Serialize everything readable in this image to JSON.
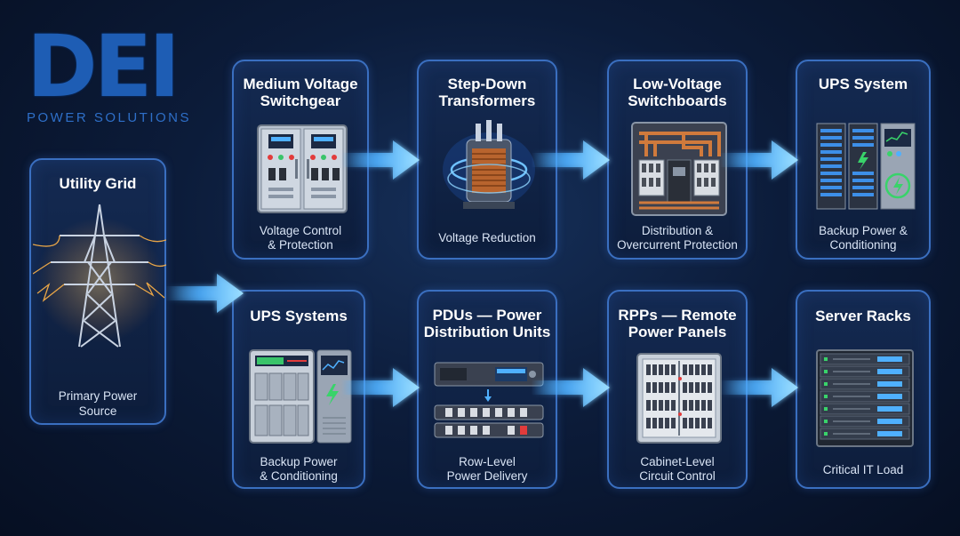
{
  "logo": {
    "text": "DEI",
    "subtitle": "POWER SOLUTIONS"
  },
  "nodes": {
    "utility": {
      "title": "Utility Grid",
      "desc1": "Primary Power",
      "desc2": "Source"
    },
    "mv": {
      "title1": "Medium Voltage",
      "title2": "Switchgear",
      "desc1": "Voltage Control",
      "desc2": "& Protection"
    },
    "transformer": {
      "title1": "Step-Down",
      "title2": "Transformers",
      "desc1": "Voltage Reduction"
    },
    "lv": {
      "title1": "Low-Voltage",
      "title2": "Switchboards",
      "desc1": "Distribution &",
      "desc2": "Overcurrent Protection"
    },
    "ups_top": {
      "title1": "UPS System",
      "desc1": "Backup Power &",
      "desc2": "Conditioning"
    },
    "ups_bottom": {
      "title1": "UPS Systems",
      "desc1": "Backup Power",
      "desc2": "& Conditioning"
    },
    "pdu": {
      "title1": "PDUs — Power",
      "title2": "Distribution Units",
      "desc1": "Row-Level",
      "desc2": "Power Delivery"
    },
    "rpp": {
      "title1": "RPPs — Remote",
      "title2": "Power Panels",
      "desc1": "Cabinet-Level",
      "desc2": "Circuit Control"
    },
    "racks": {
      "title1": "Server Racks",
      "desc1": "Critical IT Load"
    }
  },
  "colors": {
    "card_border": "#3a6fc0",
    "arrow": "#4fb0ff",
    "logo": "#1e5db4",
    "background": "#0c1c3a"
  },
  "icons": [
    "transmission-tower-icon",
    "switchgear-icon",
    "transformer-icon",
    "switchboard-icon",
    "ups-cabinet-icon",
    "pdu-icon",
    "rpp-panel-icon",
    "server-rack-icon",
    "flow-arrow-icon"
  ]
}
